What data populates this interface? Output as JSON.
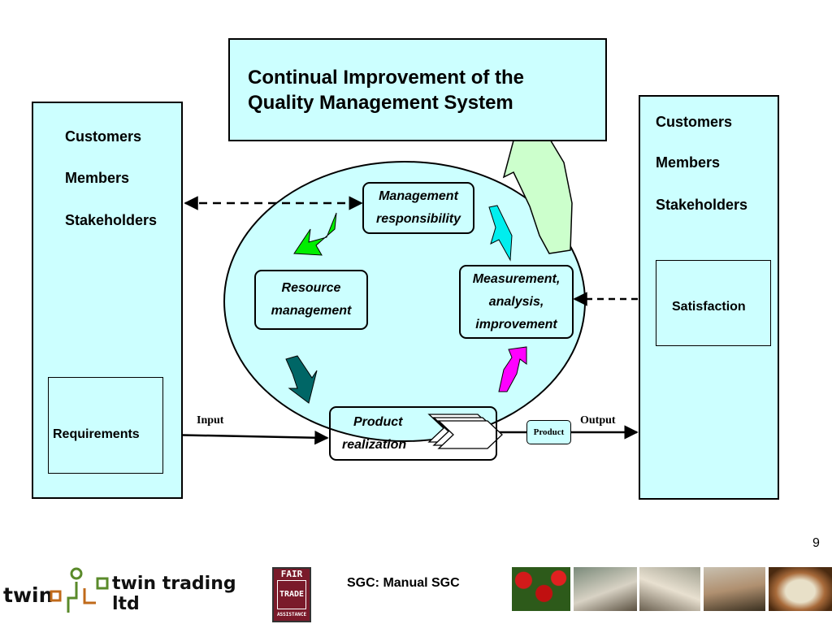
{
  "title_box": {
    "line1": "Continual Improvement of the",
    "line2": "Quality Management System"
  },
  "left_panel": {
    "items": [
      "Customers",
      "Members",
      "Stakeholders"
    ],
    "requirements": "Requirements"
  },
  "right_panel": {
    "items": [
      "Customers",
      "Members",
      "Stakeholders"
    ],
    "satisfaction": "Satisfaction"
  },
  "processes": {
    "management": {
      "line1": "Management",
      "line2": "responsibility"
    },
    "resource": {
      "line1": "Resource",
      "line2": "management"
    },
    "measurement": {
      "line1": "Measurement,",
      "line2": "analysis,",
      "line3": "improvement"
    },
    "realization": {
      "line1": "Product",
      "line2": "realization"
    }
  },
  "flow": {
    "input": "Input",
    "output": "Output",
    "product": "Product"
  },
  "footer": {
    "page_number": "9",
    "caption": "SGC: Manual SGC",
    "logo_word": "twin",
    "logo_company": "twin trading ltd",
    "fair_trade_top": "FAIR",
    "fair_trade_mid": "TRADE",
    "fair_trade_bottom": "ASSISTANCE"
  },
  "colors": {
    "panel_fill": "#ccffff",
    "arrow_green": "#00ee00",
    "arrow_teal": "#006666",
    "arrow_cyan": "#00eeee",
    "arrow_magenta": "#ff00ff",
    "big_arrow": "#ccffcc"
  }
}
